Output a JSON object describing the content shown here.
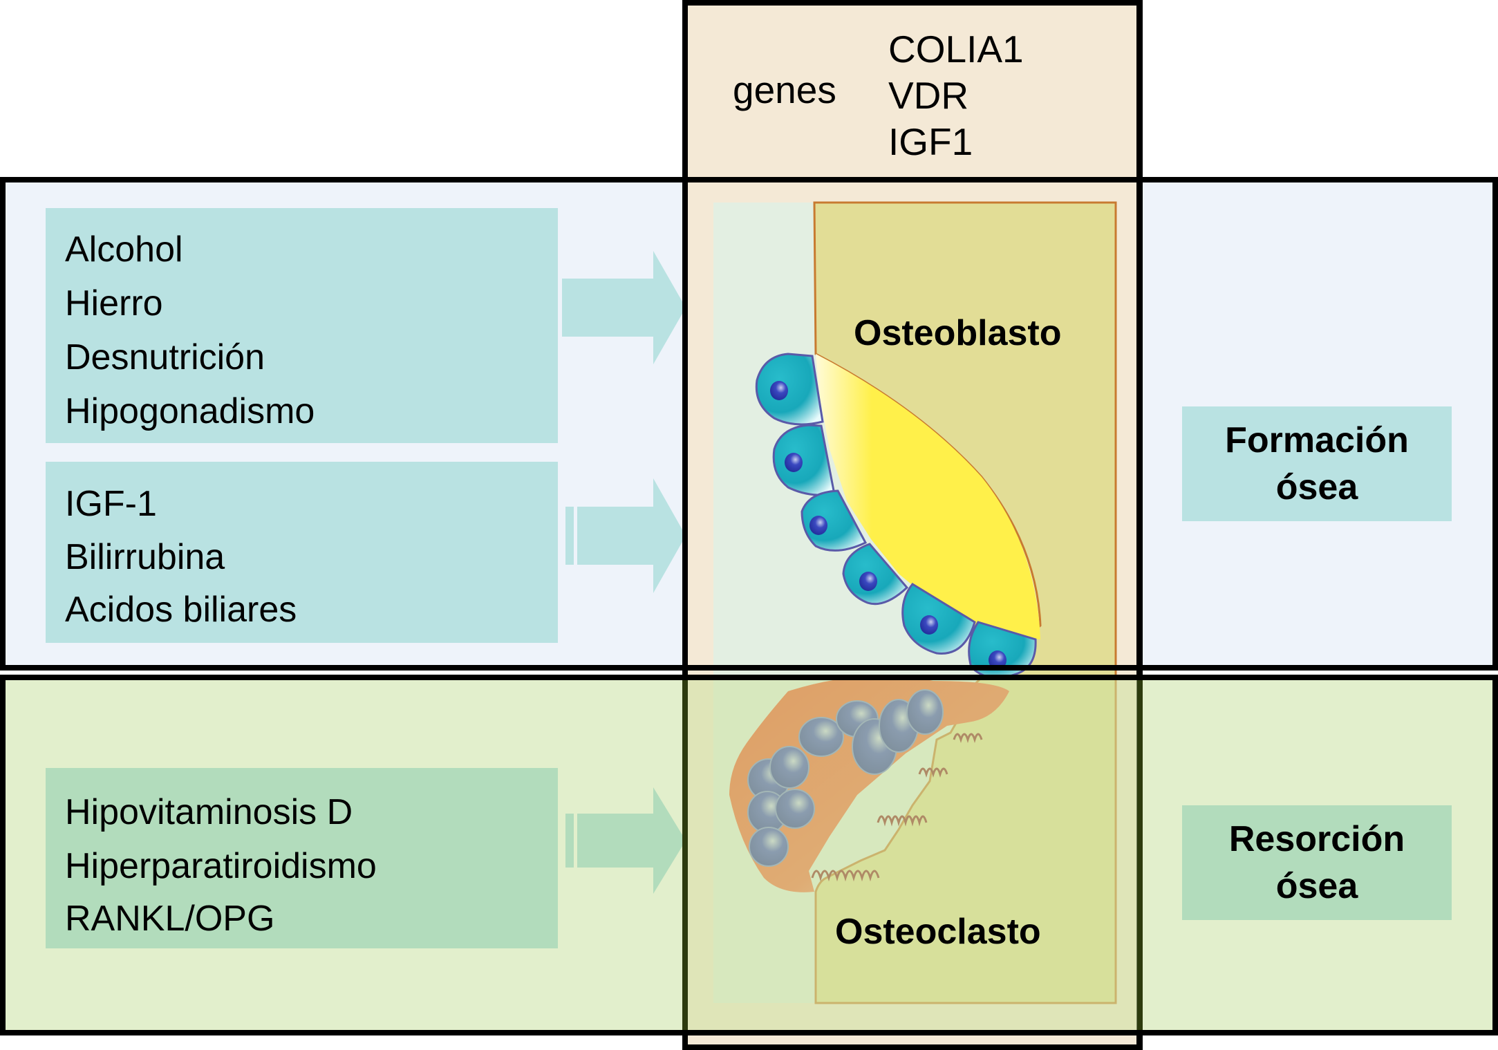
{
  "genes": {
    "label": "genes",
    "items": [
      "COLIA1",
      "VDR",
      "IGF1"
    ]
  },
  "formation_row": {
    "factor_groups": [
      {
        "items": [
          "Alcohol",
          "Hierro",
          "Desnutrición",
          "Hipogonadismo"
        ]
      },
      {
        "items": [
          "IGF-1",
          "Bilirrubina",
          "Acidos biliares"
        ]
      }
    ],
    "cell_label": "Osteoblasto",
    "outcome_lines": [
      "Formación",
      "ósea"
    ]
  },
  "resorption_row": {
    "factor_groups": [
      {
        "items": [
          "Hipovitaminosis D",
          "Hiperparatiroidismo",
          "RANKL/OPG"
        ]
      }
    ],
    "cell_label": "Osteoclasto",
    "outcome_lines": [
      "Resorción",
      "ósea"
    ]
  },
  "colors": {
    "formation_bg": "#eef3fa",
    "resorption_bg": "#e2efcc",
    "genes_bg": "#f4e9d6",
    "formation_box": "#b9e2e2",
    "resorption_box": "#b2dcbc",
    "bone": "#e2dd96",
    "osteoid": "#fff04a",
    "osteoblast_cell": "#20b0c0",
    "osteoclast_cell": "#f25a2a",
    "nucleus": "#2a3aa8"
  }
}
